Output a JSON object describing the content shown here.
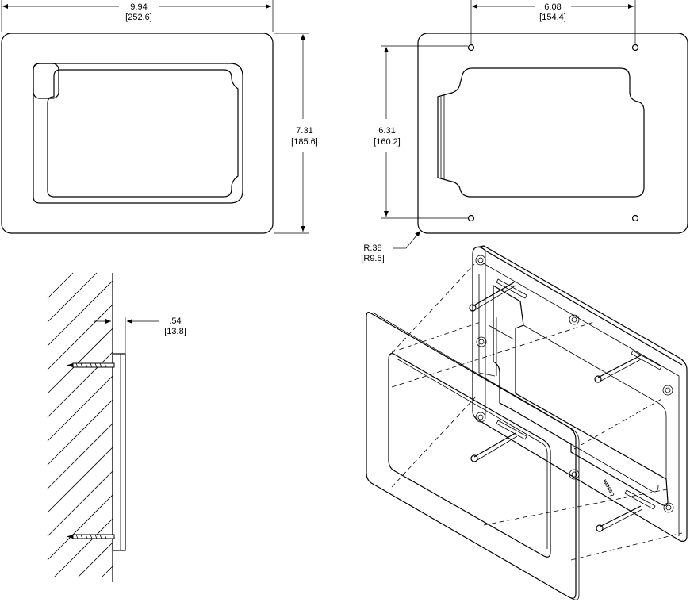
{
  "front_view": {
    "width_in": "9.94",
    "width_mm": "[252.6]",
    "height_in": "7.31",
    "height_mm": "[185.6]"
  },
  "back_view": {
    "hole_spacing_in": "6.08",
    "hole_spacing_mm": "[154.4]",
    "hole_vertical_in": "6.31",
    "hole_vertical_mm": "[160.2]",
    "corner_radius_in": "R.38",
    "corner_radius_mm": "[R9.5]"
  },
  "side_view": {
    "depth_in": ".54",
    "depth_mm": "[13.8]"
  },
  "exploded_view": {
    "brand_label": "IMINISQ"
  },
  "colors": {
    "line": "#000000",
    "background": "#ffffff"
  }
}
